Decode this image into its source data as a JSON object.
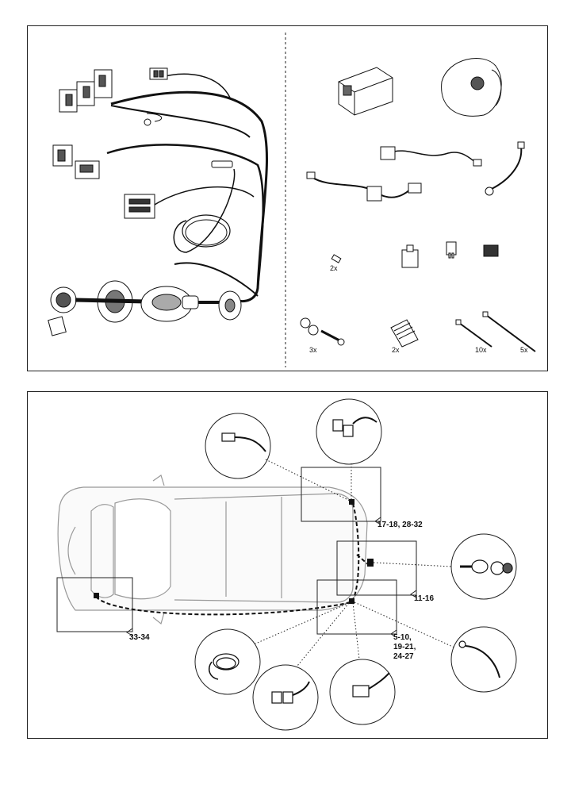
{
  "parts_kit": {
    "qty_small_connector": "2x",
    "qty_screws": "3x",
    "qty_tape": "2x",
    "qty_ties_long": "10x",
    "qty_ties_short": "5x"
  },
  "vehicle_diagram": {
    "callout_rear_upper": "17-18, 28-32",
    "callout_rear_socket": "11-16",
    "callout_rear_lower_1": "5-10,",
    "callout_rear_lower_2": "19-21,",
    "callout_rear_lower_3": "24-27",
    "callout_front": "33-34"
  }
}
